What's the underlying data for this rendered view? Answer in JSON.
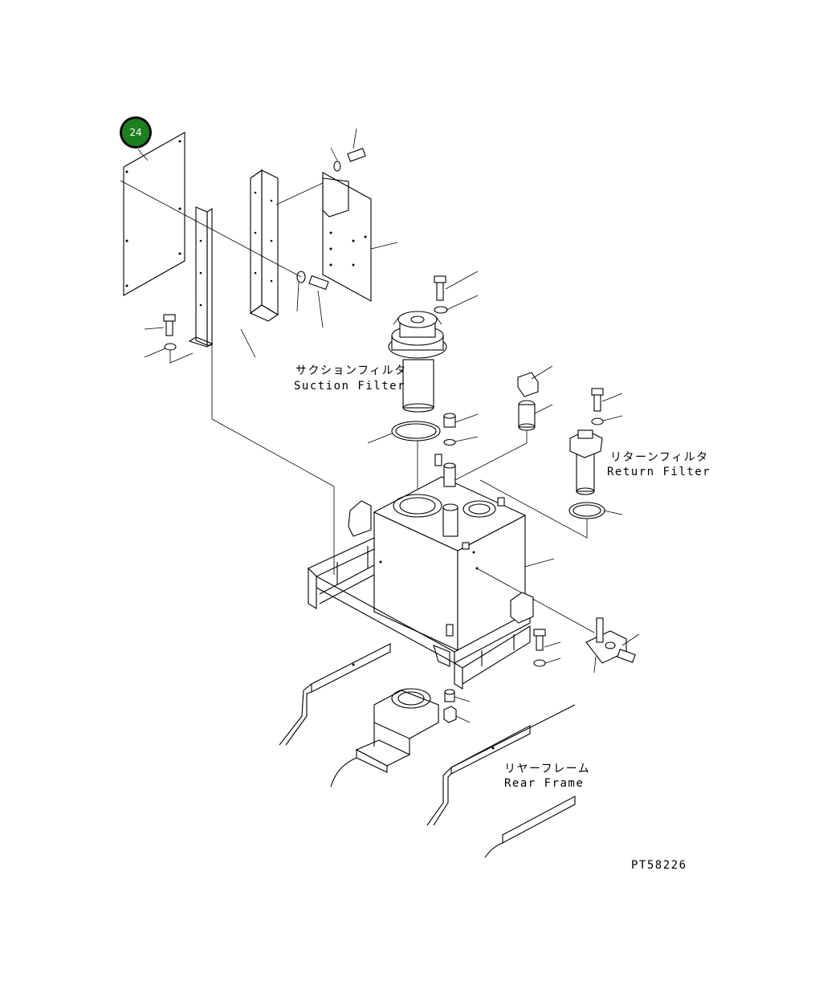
{
  "callout": {
    "number": "24",
    "color": "#1e7f1e"
  },
  "labels": {
    "suction_filter_jp": "サクションフィルタ",
    "suction_filter_en": "Suction Filter",
    "return_filter_jp": "リターンフィルタ",
    "return_filter_en": "Return Filter",
    "rear_frame_jp": "リヤーフレーム",
    "rear_frame_en": "Rear Frame",
    "part_code": "PT58226"
  }
}
